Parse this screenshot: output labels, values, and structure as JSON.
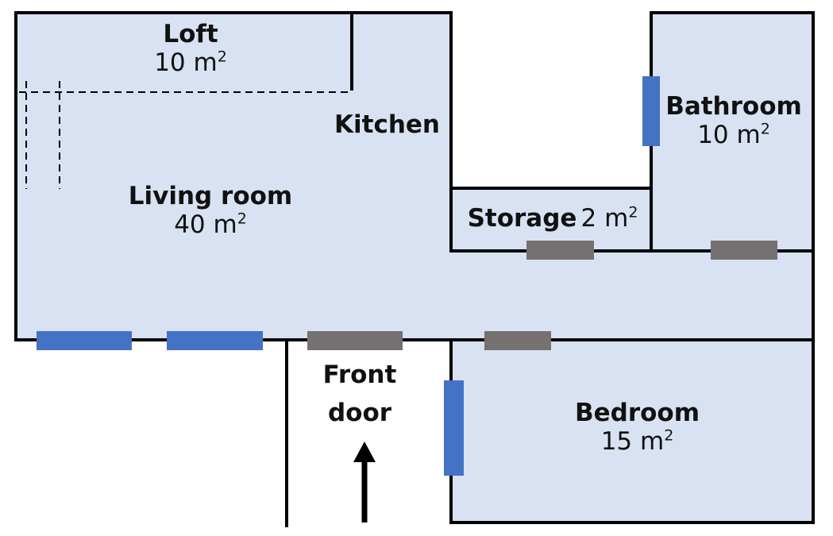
{
  "colors": {
    "floor": "#d9e2f2",
    "wall": "#000000",
    "window": "#4472c4",
    "door": "#767171",
    "background": "#ffffff"
  },
  "rooms": {
    "loft": {
      "name": "Loft",
      "area": "10 m",
      "unit_exp": "2"
    },
    "kitchen": {
      "name": "Kitchen"
    },
    "living_room": {
      "name": "Living room",
      "area": "40 m",
      "unit_exp": "2"
    },
    "storage": {
      "name": "Storage",
      "area": "2 m",
      "unit_exp": "2"
    },
    "bathroom": {
      "name": "Bathroom",
      "area": "10 m",
      "unit_exp": "2"
    },
    "bedroom": {
      "name": "Bedroom",
      "area": "15 m",
      "unit_exp": "2"
    }
  },
  "entrance": {
    "line1": "Front",
    "line2": "door",
    "arrow_icon": "up-arrow-icon"
  }
}
